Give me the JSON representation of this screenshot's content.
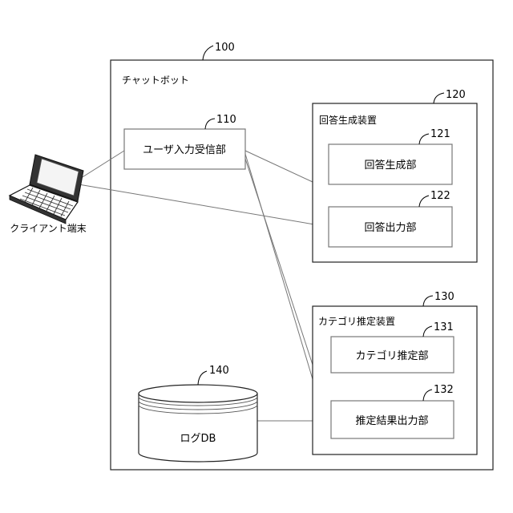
{
  "system": {
    "ref": "100",
    "label": "チャットボット"
  },
  "client": {
    "label": "クライアント端末"
  },
  "user_input": {
    "ref": "110",
    "label": "ユーザ入力受信部"
  },
  "answer_device": {
    "ref": "120",
    "label": "回答生成装置",
    "generator": {
      "ref": "121",
      "label": "回答生成部"
    },
    "output": {
      "ref": "122",
      "label": "回答出力部"
    }
  },
  "category_device": {
    "ref": "130",
    "label": "カテゴリ推定装置",
    "estimator": {
      "ref": "131",
      "label": "カテゴリ推定部"
    },
    "result_output": {
      "ref": "132",
      "label": "推定結果出力部"
    }
  },
  "log_db": {
    "ref": "140",
    "label": "ログDB"
  }
}
